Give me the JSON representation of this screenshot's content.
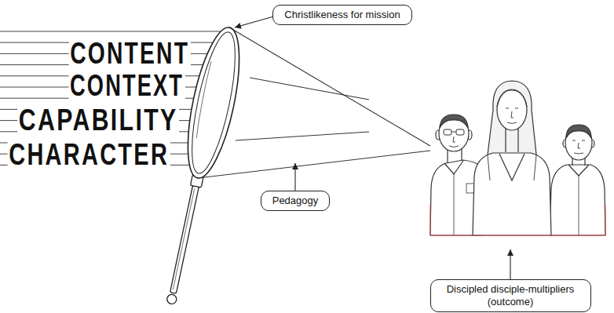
{
  "diagram": {
    "nodes": [
      {
        "text": [
          "Christlikeness for mission"
        ]
      },
      {
        "text": [
          "Pedagogy"
        ]
      },
      {
        "text": [
          "Discipled disciple-multipliers (outcome)"
        ]
      }
    ],
    "labels": [
      "CONTENT",
      "CONTEXT",
      "CAPABILITY",
      "CHARACTER"
    ]
  }
}
